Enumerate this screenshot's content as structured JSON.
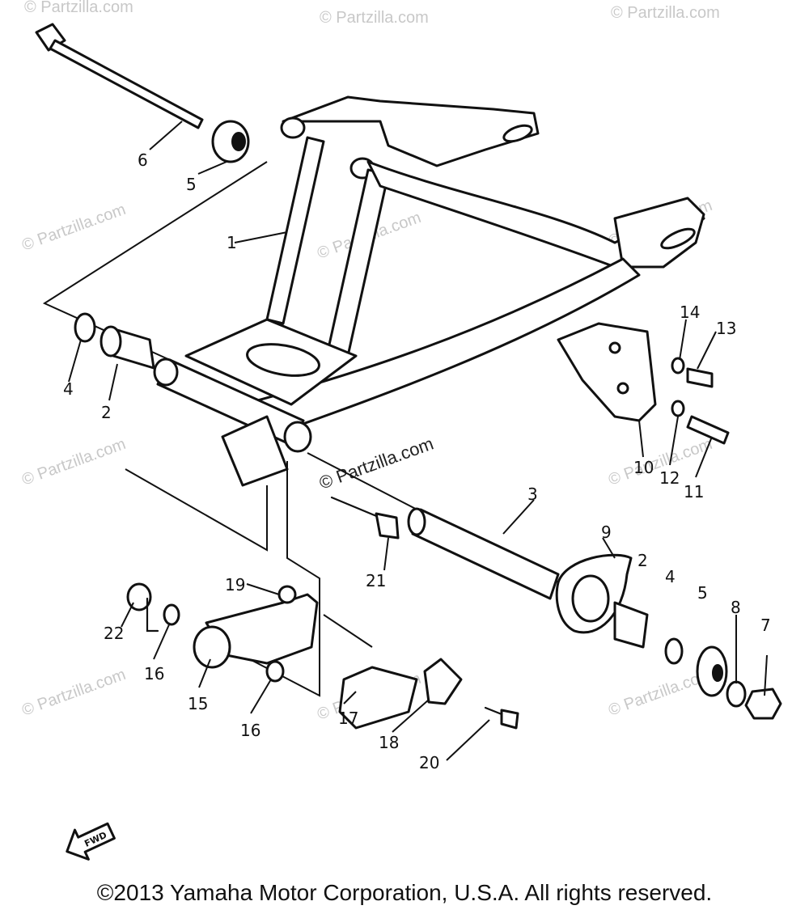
{
  "copyright": "©2013 Yamaha Motor Corporation, U.S.A. All rights reserved.",
  "watermark": {
    "text": "© Partzilla.com",
    "center_text": "© Partzilla.com"
  },
  "fwd_label": "FWD",
  "callouts": {
    "c1": "1",
    "c2a": "2",
    "c2b": "2",
    "c3": "3",
    "c4a": "4",
    "c4b": "4",
    "c5a": "5",
    "c5b": "5",
    "c6": "6",
    "c7": "7",
    "c8": "8",
    "c9": "9",
    "c10": "10",
    "c11": "11",
    "c12": "12",
    "c13": "13",
    "c14": "14",
    "c15": "15",
    "c16a": "16",
    "c16b": "16",
    "c17": "17",
    "c18": "18",
    "c19": "19",
    "c20": "20",
    "c21": "21",
    "c22": "22"
  }
}
